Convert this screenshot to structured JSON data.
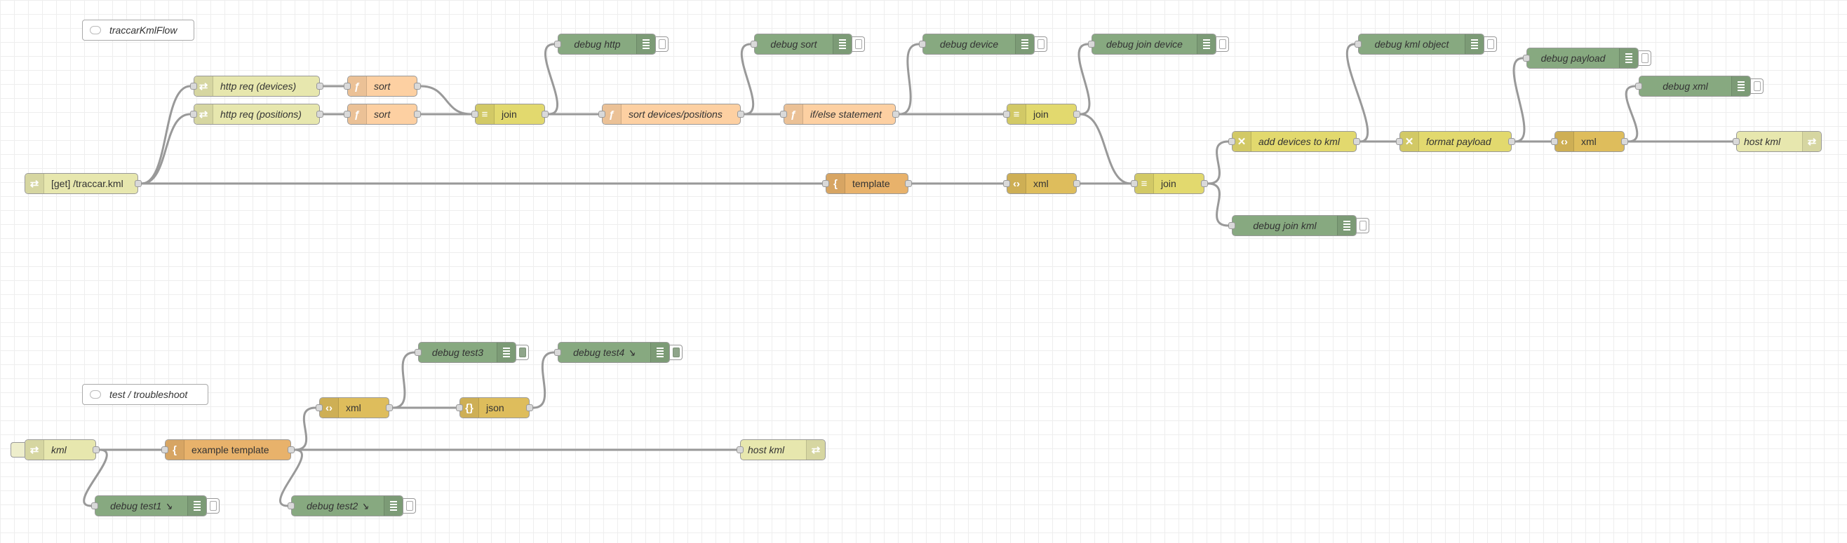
{
  "workspace": {
    "comments": [
      {
        "id": "c1",
        "label": "traccarKmlFlow"
      },
      {
        "id": "c2",
        "label": "test / troubleshoot"
      }
    ],
    "nodes": [
      {
        "id": "n_get",
        "type": "http-in",
        "label": "[get] /traccar.kml",
        "color": "#e7e7ae",
        "icon": "http-in-icon",
        "italic": false
      },
      {
        "id": "n_req_dev",
        "type": "http-request",
        "label": "http req (devices)",
        "color": "#e7e7ae",
        "icon": "http-request-icon",
        "italic": true
      },
      {
        "id": "n_req_pos",
        "type": "http-request",
        "label": "http req (positions)",
        "color": "#e7e7ae",
        "icon": "http-request-icon",
        "italic": true
      },
      {
        "id": "n_sort1",
        "type": "function",
        "label": "sort",
        "color": "#fdd0a2",
        "icon": "function-icon",
        "italic": true
      },
      {
        "id": "n_sort2",
        "type": "function",
        "label": "sort",
        "color": "#fdd0a2",
        "icon": "function-icon",
        "italic": true
      },
      {
        "id": "n_join1",
        "type": "join",
        "label": "join",
        "color": "#e2d96e",
        "icon": "join-icon",
        "italic": false
      },
      {
        "id": "n_sortdp",
        "type": "function",
        "label": "sort devices/positions",
        "color": "#fdd0a2",
        "icon": "function-icon",
        "italic": true
      },
      {
        "id": "n_ifelse",
        "type": "function",
        "label": "if/else statement",
        "color": "#fdd0a2",
        "icon": "function-icon",
        "italic": true
      },
      {
        "id": "n_join2",
        "type": "join",
        "label": "join",
        "color": "#e2d96e",
        "icon": "join-icon",
        "italic": false
      },
      {
        "id": "n_template",
        "type": "template",
        "label": "template",
        "color": "#e8b26b",
        "icon": "template-icon",
        "italic": false
      },
      {
        "id": "n_xml1",
        "type": "xml",
        "label": "xml",
        "color": "#debd5c",
        "icon": "xml-icon",
        "italic": false
      },
      {
        "id": "n_join3",
        "type": "join",
        "label": "join",
        "color": "#e2d96e",
        "icon": "join-icon",
        "italic": false
      },
      {
        "id": "n_adddev",
        "type": "change",
        "label": "add devices to kml",
        "color": "#e2d96e",
        "icon": "change-icon",
        "italic": true
      },
      {
        "id": "n_fmt",
        "type": "change",
        "label": "format payload",
        "color": "#e2d96e",
        "icon": "change-icon",
        "italic": true
      },
      {
        "id": "n_xml2",
        "type": "xml",
        "label": "xml",
        "color": "#debd5c",
        "icon": "xml-icon",
        "italic": false
      },
      {
        "id": "n_hostkml1",
        "type": "http-response",
        "label": "host kml",
        "color": "#e7e7ae",
        "icon": "http-response-icon",
        "italic": true
      },
      {
        "id": "d_http",
        "type": "debug",
        "label": "debug http",
        "color": "#87a980",
        "italic": true,
        "active": false
      },
      {
        "id": "d_sort",
        "type": "debug",
        "label": "debug sort",
        "color": "#87a980",
        "italic": true,
        "active": false
      },
      {
        "id": "d_device",
        "type": "debug",
        "label": "debug device",
        "color": "#87a980",
        "italic": true,
        "active": false
      },
      {
        "id": "d_joindev",
        "type": "debug",
        "label": "debug join device",
        "color": "#87a980",
        "italic": true,
        "active": false
      },
      {
        "id": "d_kmlobj",
        "type": "debug",
        "label": "debug kml object",
        "color": "#87a980",
        "italic": true,
        "active": false
      },
      {
        "id": "d_payload",
        "type": "debug",
        "label": "debug payload",
        "color": "#87a980",
        "italic": true,
        "active": false
      },
      {
        "id": "d_xml",
        "type": "debug",
        "label": "debug xml",
        "color": "#87a980",
        "italic": true,
        "active": false
      },
      {
        "id": "d_joinkml",
        "type": "debug",
        "label": "debug join kml",
        "color": "#87a980",
        "italic": true,
        "active": false
      },
      {
        "id": "n_kml",
        "type": "inject",
        "label": "kml",
        "color": "#e7e7ae",
        "icon": "inject-icon",
        "italic": true
      },
      {
        "id": "n_extpl",
        "type": "template",
        "label": "example template",
        "color": "#e8b26b",
        "icon": "template-icon",
        "italic": false
      },
      {
        "id": "n_xml3",
        "type": "xml",
        "label": "xml",
        "color": "#debd5c",
        "icon": "xml-icon",
        "italic": false
      },
      {
        "id": "n_json",
        "type": "json",
        "label": "json",
        "color": "#debd5c",
        "icon": "json-icon",
        "italic": false
      },
      {
        "id": "n_hostkml2",
        "type": "http-response",
        "label": "host kml",
        "color": "#e7e7ae",
        "icon": "http-response-icon",
        "italic": true
      },
      {
        "id": "d_t3",
        "type": "debug",
        "label": "debug test3",
        "color": "#87a980",
        "italic": true,
        "active": true
      },
      {
        "id": "d_t4",
        "type": "debug",
        "label": "debug test4 ↘",
        "color": "#87a980",
        "italic": true,
        "active": true
      },
      {
        "id": "d_t1",
        "type": "debug",
        "label": "debug test1 ↘",
        "color": "#87a980",
        "italic": true,
        "active": false
      },
      {
        "id": "d_t2",
        "type": "debug",
        "label": "debug test2 ↘",
        "color": "#87a980",
        "italic": true,
        "active": false
      }
    ],
    "wires": [
      [
        "n_get",
        "n_req_dev"
      ],
      [
        "n_get",
        "n_req_pos"
      ],
      [
        "n_get",
        "n_template"
      ],
      [
        "n_req_dev",
        "n_sort1"
      ],
      [
        "n_req_pos",
        "n_sort2"
      ],
      [
        "n_sort1",
        "n_join1"
      ],
      [
        "n_sort2",
        "n_join1"
      ],
      [
        "n_join1",
        "d_http"
      ],
      [
        "n_join1",
        "n_sortdp"
      ],
      [
        "n_sortdp",
        "d_sort"
      ],
      [
        "n_sortdp",
        "n_ifelse"
      ],
      [
        "n_ifelse",
        "d_device"
      ],
      [
        "n_ifelse",
        "n_join2"
      ],
      [
        "n_join2",
        "d_joindev"
      ],
      [
        "n_join2",
        "n_join3"
      ],
      [
        "n_template",
        "n_xml1"
      ],
      [
        "n_xml1",
        "n_join3"
      ],
      [
        "n_join3",
        "n_adddev"
      ],
      [
        "n_join3",
        "d_joinkml"
      ],
      [
        "n_adddev",
        "d_kmlobj"
      ],
      [
        "n_adddev",
        "n_fmt"
      ],
      [
        "n_fmt",
        "d_payload"
      ],
      [
        "n_fmt",
        "n_xml2"
      ],
      [
        "n_xml2",
        "d_xml"
      ],
      [
        "n_xml2",
        "n_hostkml1"
      ],
      [
        "n_kml",
        "n_extpl"
      ],
      [
        "n_kml",
        "d_t1"
      ],
      [
        "n_extpl",
        "n_xml3"
      ],
      [
        "n_extpl",
        "d_t2"
      ],
      [
        "n_extpl",
        "n_hostkml2"
      ],
      [
        "n_xml3",
        "d_t3"
      ],
      [
        "n_xml3",
        "n_json"
      ],
      [
        "n_json",
        "d_t4"
      ]
    ]
  }
}
